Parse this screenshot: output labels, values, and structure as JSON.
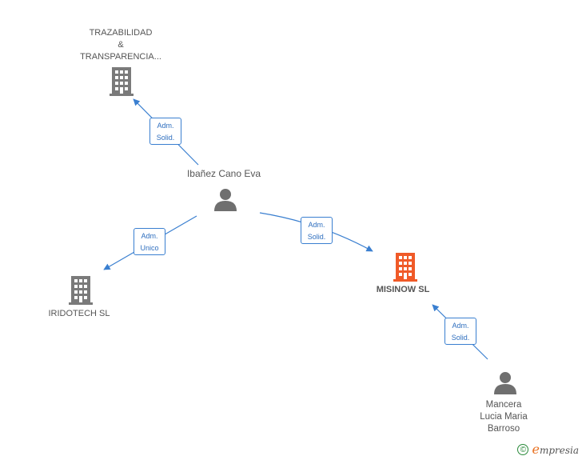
{
  "colors": {
    "edge": "#3a7fd0",
    "company_icon": "#7a7a7a",
    "focus_company_icon": "#f05a28",
    "person_icon": "#6f6f6f",
    "label_text": "#555555"
  },
  "nodes": {
    "trazabilidad": {
      "line1": "TRAZABILIDAD",
      "line2": "&",
      "line3": "TRANSPARENCIA...",
      "icon": "building-icon"
    },
    "ibanez": {
      "label": "Ibañez Cano Eva",
      "icon": "person-icon"
    },
    "iridotech": {
      "label": "IRIDOTECH  SL",
      "icon": "building-icon"
    },
    "misinow": {
      "label": "MISINOW  SL",
      "icon": "building-icon"
    },
    "mancera": {
      "line1": "Mancera",
      "line2": "Lucia Maria",
      "line3": "Barroso",
      "icon": "person-icon"
    }
  },
  "edges": [
    {
      "from": "ibanez",
      "to": "trazabilidad",
      "role1": "Adm.",
      "role2": "Solid."
    },
    {
      "from": "ibanez",
      "to": "iridotech",
      "role1": "Adm.",
      "role2": "Unico"
    },
    {
      "from": "ibanez",
      "to": "misinow",
      "role1": "Adm.",
      "role2": "Solid."
    },
    {
      "from": "mancera",
      "to": "misinow",
      "role1": "Adm.",
      "role2": "Solid."
    }
  ],
  "footer": {
    "copyright_symbol": "©",
    "brand_initial": "e",
    "brand_rest": "mpresia"
  }
}
